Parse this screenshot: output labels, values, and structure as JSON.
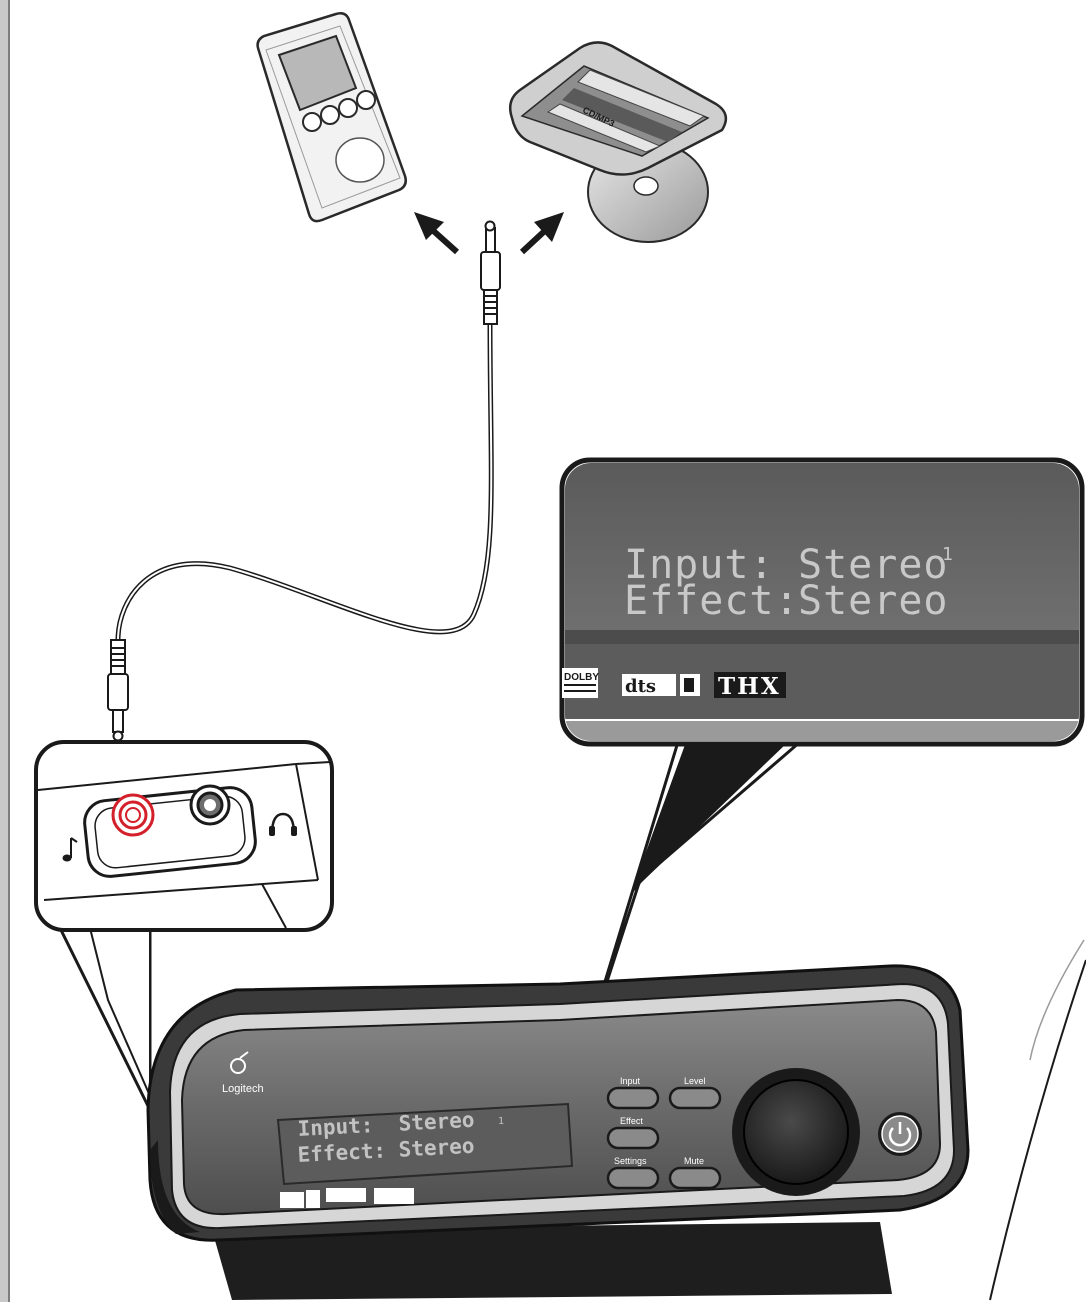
{
  "mp3_player": {
    "label": "CD/MP3"
  },
  "zoom_display": {
    "line1_key": "Input:",
    "line1_value": "Stereo",
    "line1_mark": "1",
    "line2_key": "Effect:",
    "line2_value": "Stereo",
    "logo_dolby": "DOLBY",
    "logo_dts": "dts",
    "logo_thx": "THX"
  },
  "control_center": {
    "brand": "Logitech",
    "display_line1": "Input:  Stereo",
    "display_mark": "1",
    "display_line2": "Effect: Stereo",
    "buttons": {
      "input": "Input",
      "level": "Level",
      "effect": "Effect",
      "settings": "Settings",
      "mute": "Mute"
    }
  },
  "jack_panel": {
    "music_icon": "music-note-icon",
    "headphone_icon": "headphone-icon"
  },
  "colors": {
    "line_jack": "#d4202a",
    "ink": "#1a1a1a",
    "panel": "#6d6d6d"
  }
}
